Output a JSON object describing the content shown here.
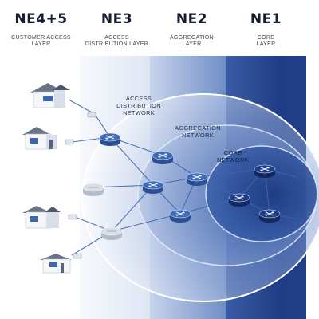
{
  "columns": [
    {
      "title": "NE4+5",
      "subtitle": [
        "CUSTOMER ACCESS",
        "LAYER"
      ]
    },
    {
      "title": "NE3",
      "subtitle": [
        "ACCESS",
        "DISTRIBUTION LAYER"
      ]
    },
    {
      "title": "NE2",
      "subtitle": [
        "AGGREGATION",
        "LAYER"
      ]
    },
    {
      "title": "NE1",
      "subtitle": [
        "CORE",
        "LAYER"
      ]
    }
  ],
  "zones": {
    "access_distribution": [
      "ACCESS",
      "DISTRIBUTION",
      "NETWORK"
    ],
    "aggregation": [
      "AGGREGATION",
      "NETWORK"
    ],
    "core": [
      "CORE",
      "NETWORK"
    ]
  },
  "colors": {
    "ne3_band": "#eef2f9",
    "ne2_band": "#8fa7d3",
    "ne1_band": "#2a4a94",
    "router_dark": "#1e3d88",
    "router_mid": "#3d6bb8",
    "router_light": "#d9dee6",
    "link": "#3c67b0",
    "title": "#151d2e"
  },
  "icons": {
    "house": "house-icon",
    "router": "router-icon",
    "modem": "modem-icon"
  }
}
